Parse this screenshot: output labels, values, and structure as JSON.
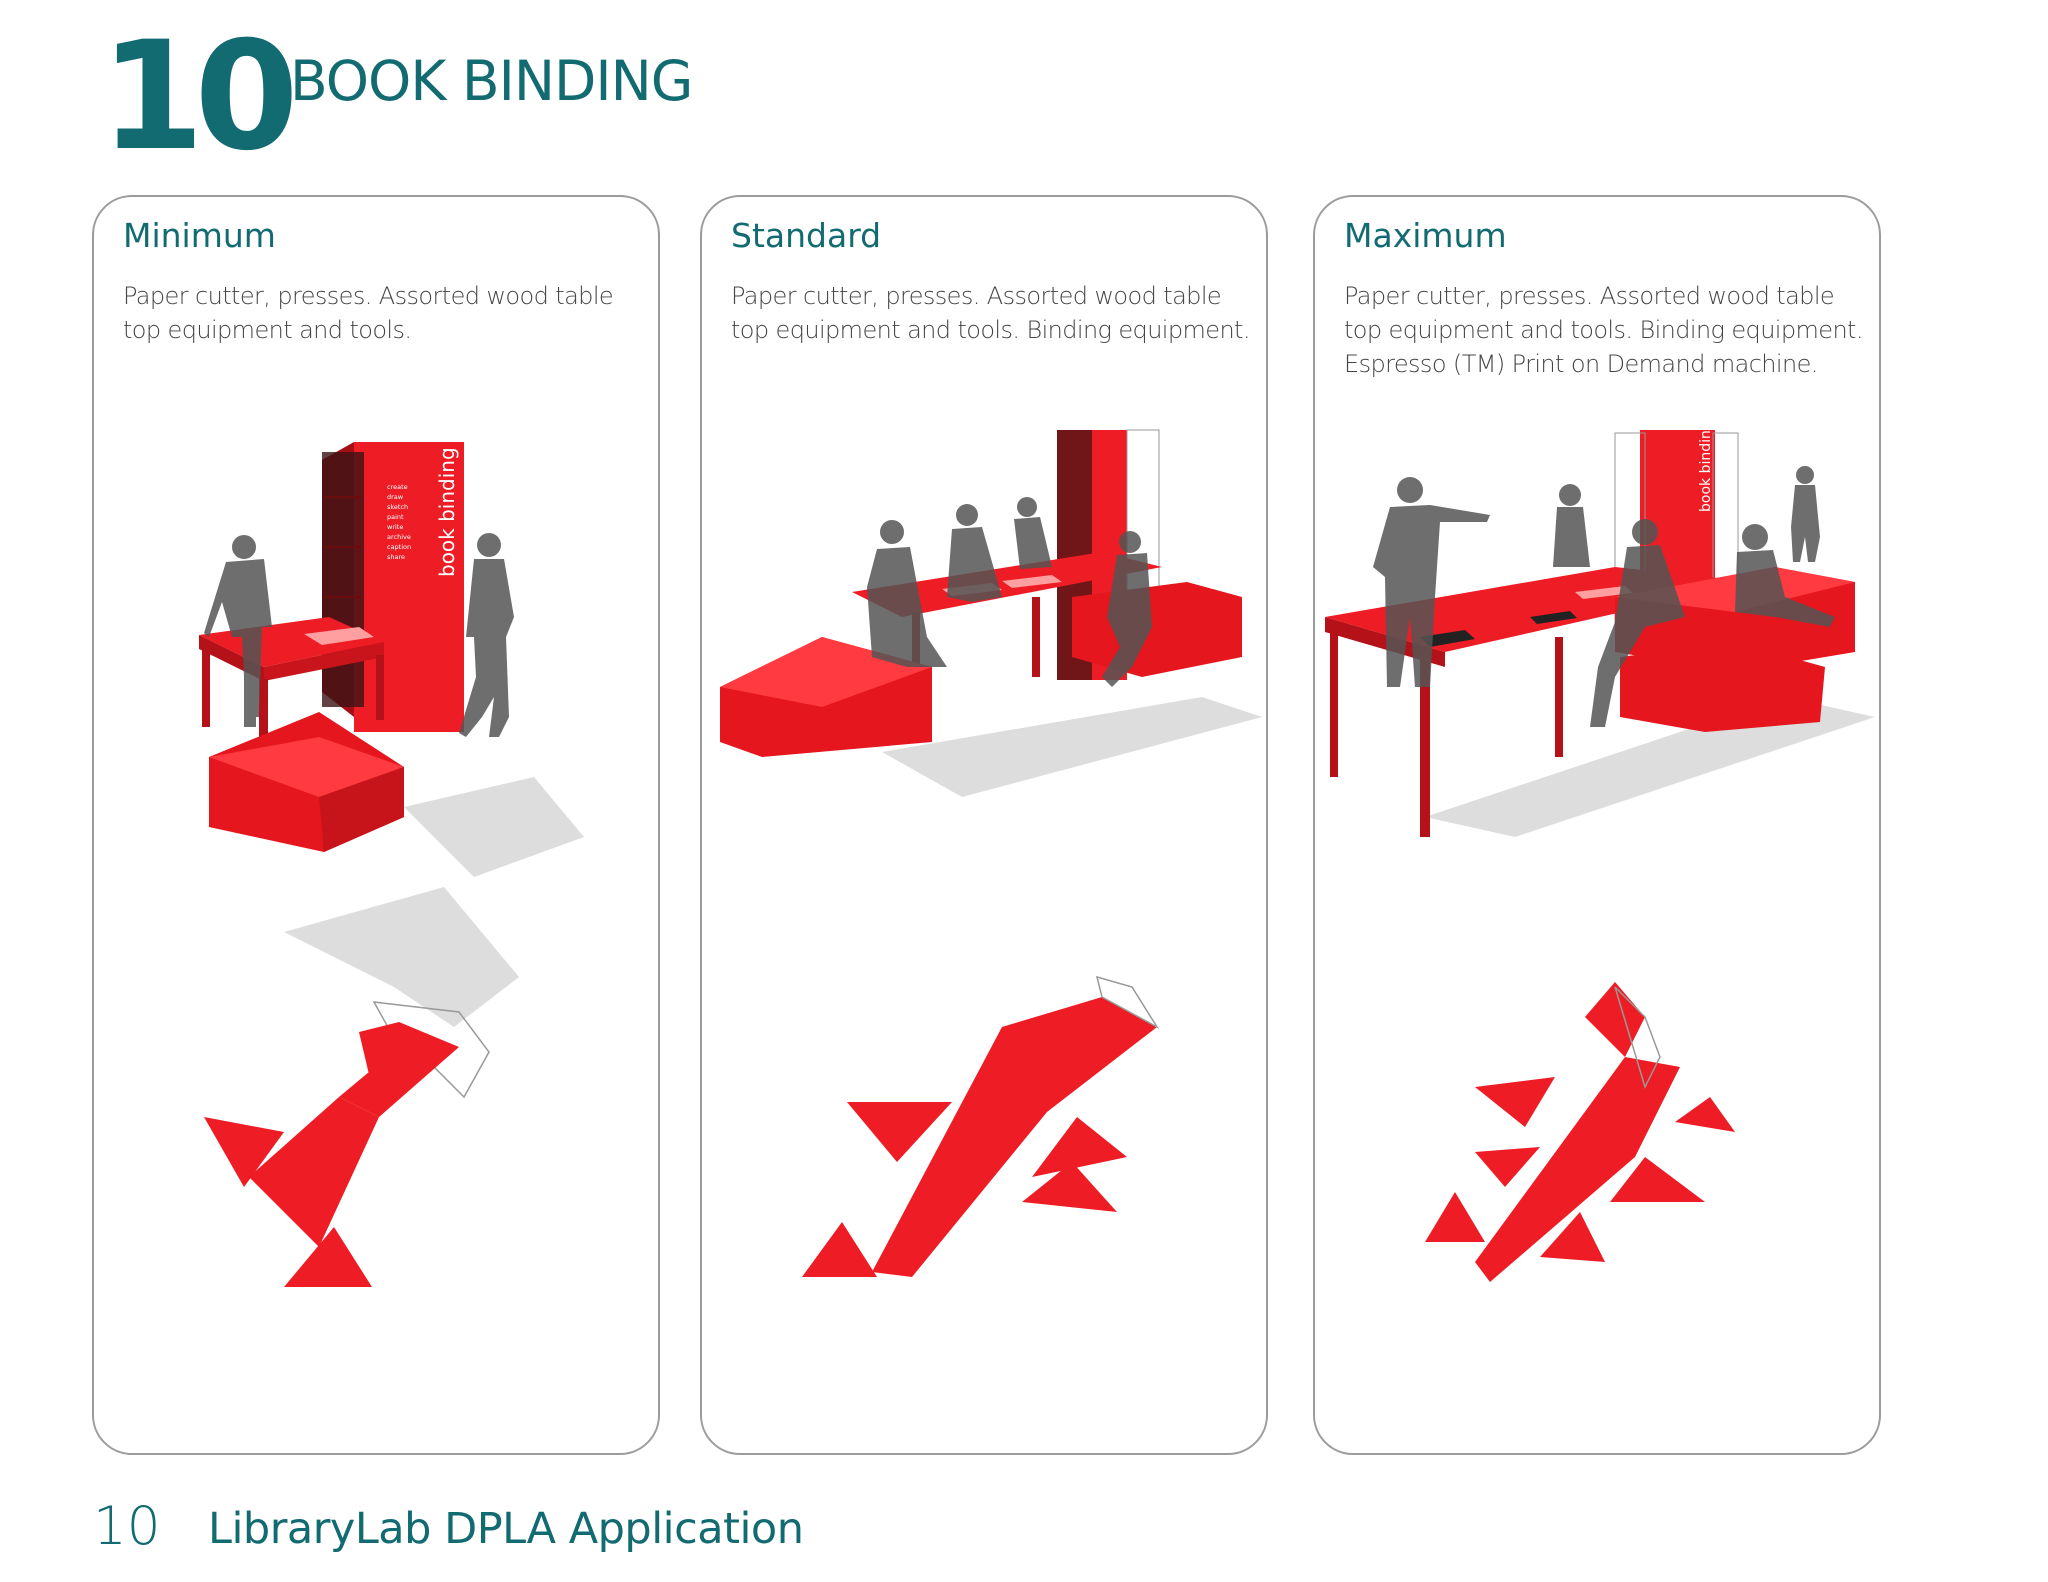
{
  "section": {
    "number": "10",
    "title": "BOOK BINDING"
  },
  "panels": [
    {
      "title": "Minimum",
      "description": "Paper cutter, presses. Assorted wood table top equipment and tools.",
      "kiosk_label": "book binding",
      "kiosk_list": [
        "create",
        "draw",
        "sketch",
        "paint",
        "write",
        "archive",
        "caption",
        "share"
      ]
    },
    {
      "title": "Standard",
      "description": "Paper cutter, presses. Assorted wood table top equipment and tools.  Binding equipment."
    },
    {
      "title": "Maximum",
      "description": "Paper cutter, presses. Assorted wood table top equipment and tools.  Binding equipment. Espresso (TM) Print on Demand machine.",
      "kiosk_label": "book binding"
    }
  ],
  "footer": {
    "page_number": "10",
    "publication_title": "LibraryLab DPLA Application"
  },
  "colors": {
    "brand_teal": "#136b72",
    "furniture_red": "#ee1c24",
    "silhouette_gray": "#555555"
  }
}
